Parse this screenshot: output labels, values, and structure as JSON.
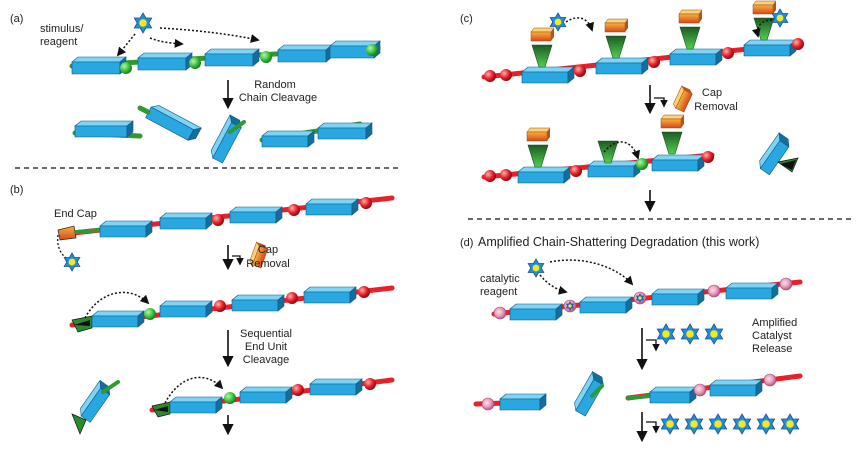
{
  "panels": {
    "a": {
      "label": "(a)",
      "stimulus_line1": "stimulus/",
      "stimulus_line2": "reagent",
      "arrow_line1": "Random",
      "arrow_line2": "Chain Cleavage"
    },
    "b": {
      "label": "(b)",
      "end_cap": "End Cap",
      "cap_line1": "Cap",
      "cap_line2": "Removal",
      "seq_line1": "Sequential",
      "seq_line2": "End Unit",
      "seq_line3": "Cleavage"
    },
    "c": {
      "label": "(c)",
      "cap_line1": "Cap",
      "cap_line2": "Removal"
    },
    "d": {
      "label": "(d)",
      "title": "Amplified Chain-Shattering Degradation (this work)",
      "catalytic_line1": "catalytic",
      "catalytic_line2": "reagent",
      "amp_line1": "Amplified",
      "amp_line2": "Catalyst",
      "amp_line3": "Release"
    }
  },
  "colors": {
    "block_top": "#7fd3f5",
    "block_front": "#29a7e0",
    "block_side": "#156d9c",
    "red_chain": "#e8202a",
    "green_chain": "#2e9a2f",
    "green_bead": "#3cc23c",
    "cap_orange": "#f59a23",
    "star_fill": "#1f8fd6",
    "star_core": "#f5e81b",
    "star_outline": "#1d4f9a"
  },
  "icons": [
    "star-reagent-icon",
    "chain-block-icon",
    "end-cap-icon",
    "arrow-down-icon"
  ]
}
